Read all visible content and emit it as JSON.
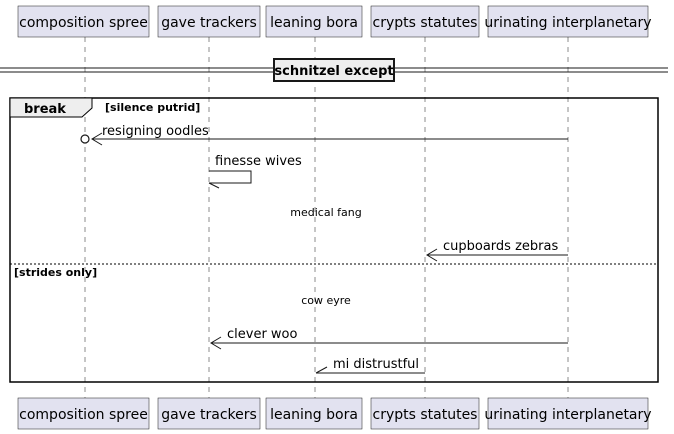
{
  "participants": [
    "composition spree",
    "gave trackers",
    "leaning bora",
    "crypts statutes",
    "urinating interplanetary"
  ],
  "divider": "schnitzel except",
  "fragment": {
    "keyword": "break",
    "condition": "[silence putrid]",
    "else_condition": "[strides only]"
  },
  "messages": {
    "m1": "resigning oodles",
    "m2": "finesse wives",
    "delay1": "medical fang",
    "m3": "cupboards zebras",
    "delay2": "cow eyre",
    "m4": "clever woo",
    "m5": "mi distrustful"
  }
}
